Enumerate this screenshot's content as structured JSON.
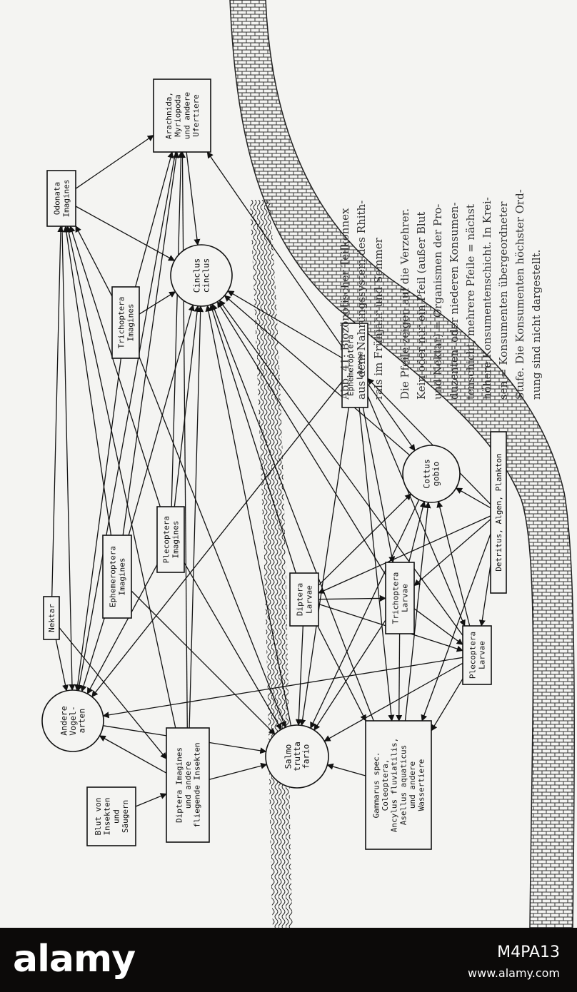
{
  "caption": {
    "lines": [
      "Abb. 41: Biozönotischer Teilkonnex",
      "aus dem Nahrungssystem des Rhith-",
      "rals im Frühjahr und Sommer",
      "Die Pfeile zeigen auf die Verzehrer.",
      "Kein oder nur ein Pfeil (außer Blut",
      "und Nektar) = Organismen der Pro-",
      "duzenten- oder niederen Konsumen-",
      "tenschicht, mehrere Pfeile = nächst",
      "höhere Konsumentenschicht. In Krei-",
      "sen = Konsumenten übergeordneter",
      "Stufe. Die Konsumenten höchster Ord-",
      "nung sind nicht dargestellt."
    ]
  },
  "nodes": {
    "odonata_imagines": {
      "shape": "box",
      "lines": [
        "Odonata",
        "Imagines"
      ]
    },
    "arachnida": {
      "shape": "box",
      "lines": [
        "Arachnida,",
        "Myriopoda",
        "und andere",
        "Ufertiere"
      ]
    },
    "trichoptera_imagines": {
      "shape": "box",
      "lines": [
        "Trichoptera",
        "Imagines"
      ]
    },
    "cinclus": {
      "shape": "circle",
      "lines": [
        "Cinclus",
        "cinclus"
      ]
    },
    "ephemeroptera_larvae": {
      "shape": "box",
      "lines": [
        "Ephemeroptera",
        "Larvae"
      ]
    },
    "plecoptera_imagines": {
      "shape": "box",
      "lines": [
        "Plecoptera",
        "Imagines"
      ]
    },
    "cottus": {
      "shape": "circle",
      "lines": [
        "Cottus",
        "gobio"
      ]
    },
    "detritus": {
      "shape": "box",
      "lines": [
        "Detritus, Algen, Plankton"
      ]
    },
    "ephemeroptera_imagines": {
      "shape": "box",
      "lines": [
        "Ephemeroptera",
        "Imagines"
      ]
    },
    "nektar": {
      "shape": "box",
      "lines": [
        "Nektar"
      ]
    },
    "diptera_larvae": {
      "shape": "box",
      "lines": [
        "Diptera",
        "Larvae"
      ]
    },
    "trichoptera_larvae": {
      "shape": "box",
      "lines": [
        "Trichoptera",
        "Larvae"
      ]
    },
    "plecoptera_larvae": {
      "shape": "box",
      "lines": [
        "Plecoptera",
        "Larvae"
      ]
    },
    "andere_vogelarten": {
      "shape": "circle",
      "lines": [
        "Andere",
        "Vogel-",
        "arten"
      ]
    },
    "diptera_imagines": {
      "shape": "box",
      "lines": [
        "Diptera Imagines",
        "und andere",
        "fliegende Insekten"
      ]
    },
    "salmo": {
      "shape": "circle",
      "lines": [
        "Salmo",
        "trutta",
        "fario"
      ]
    },
    "gammarus": {
      "shape": "box",
      "lines": [
        "Gammarus spec.",
        "Coleoptera,",
        "Ancylus fluviatilis,",
        "Asellus aquaticus",
        "und andere",
        "Wassertiere"
      ]
    },
    "blut": {
      "shape": "box",
      "lines": [
        "Blut von",
        "Insekten",
        "und",
        "Säugern"
      ]
    }
  },
  "edges": [
    [
      "nektar",
      "andere_vogelarten"
    ],
    [
      "nektar",
      "diptera_imagines"
    ],
    [
      "nektar",
      "odonata_imagines"
    ],
    [
      "blut",
      "diptera_imagines"
    ],
    [
      "diptera_imagines",
      "andere_vogelarten"
    ],
    [
      "diptera_imagines",
      "salmo"
    ],
    [
      "diptera_imagines",
      "odonata_imagines"
    ],
    [
      "diptera_imagines",
      "arachnida"
    ],
    [
      "diptera_imagines",
      "cinclus"
    ],
    [
      "ephemeroptera_imagines",
      "andere_vogelarten"
    ],
    [
      "ephemeroptera_imagines",
      "odonata_imagines"
    ],
    [
      "ephemeroptera_imagines",
      "arachnida"
    ],
    [
      "ephemeroptera_imagines",
      "cinclus"
    ],
    [
      "ephemeroptera_imagines",
      "salmo"
    ],
    [
      "plecoptera_imagines",
      "andere_vogelarten"
    ],
    [
      "plecoptera_imagines",
      "odonata_imagines"
    ],
    [
      "plecoptera_imagines",
      "arachnida"
    ],
    [
      "plecoptera_imagines",
      "cinclus"
    ],
    [
      "plecoptera_imagines",
      "salmo"
    ],
    [
      "trichoptera_imagines",
      "andere_vogelarten"
    ],
    [
      "trichoptera_imagines",
      "odonata_imagines"
    ],
    [
      "trichoptera_imagines",
      "arachnida"
    ],
    [
      "trichoptera_imagines",
      "cinclus"
    ],
    [
      "trichoptera_imagines",
      "salmo"
    ],
    [
      "odonata_imagines",
      "andere_vogelarten"
    ],
    [
      "odonata_imagines",
      "arachnida"
    ],
    [
      "odonata_imagines",
      "cinclus"
    ],
    [
      "arachnida",
      "cinclus"
    ],
    [
      "arachnida",
      "andere_vogelarten"
    ],
    [
      "ephemeroptera_larvae",
      "cinclus"
    ],
    [
      "ephemeroptera_larvae",
      "salmo"
    ],
    [
      "ephemeroptera_larvae",
      "cottus"
    ],
    [
      "ephemeroptera_larvae",
      "gammarus"
    ],
    [
      "ephemeroptera_larvae",
      "plecoptera_larvae"
    ],
    [
      "ephemeroptera_larvae",
      "trichoptera_larvae"
    ],
    [
      "ephemeroptera_larvae",
      "arachnida"
    ],
    [
      "ephemeroptera_larvae",
      "andere_vogelarten"
    ],
    [
      "detritus",
      "ephemeroptera_larvae"
    ],
    [
      "detritus",
      "diptera_larvae"
    ],
    [
      "detritus",
      "trichoptera_larvae"
    ],
    [
      "detritus",
      "plecoptera_larvae"
    ],
    [
      "detritus",
      "gammarus"
    ],
    [
      "detritus",
      "cottus"
    ],
    [
      "diptera_larvae",
      "salmo"
    ],
    [
      "diptera_larvae",
      "cinclus"
    ],
    [
      "diptera_larvae",
      "cottus"
    ],
    [
      "diptera_larvae",
      "trichoptera_larvae"
    ],
    [
      "diptera_larvae",
      "plecoptera_larvae"
    ],
    [
      "diptera_larvae",
      "gammarus"
    ],
    [
      "trichoptera_larvae",
      "salmo"
    ],
    [
      "trichoptera_larvae",
      "cinclus"
    ],
    [
      "trichoptera_larvae",
      "cottus"
    ],
    [
      "trichoptera_larvae",
      "plecoptera_larvae"
    ],
    [
      "trichoptera_larvae",
      "gammarus"
    ],
    [
      "plecoptera_larvae",
      "salmo"
    ],
    [
      "plecoptera_larvae",
      "cinclus"
    ],
    [
      "plecoptera_larvae",
      "cottus"
    ],
    [
      "plecoptera_larvae",
      "gammarus"
    ],
    [
      "plecoptera_larvae",
      "andere_vogelarten"
    ],
    [
      "gammarus",
      "salmo"
    ],
    [
      "gammarus",
      "cinclus"
    ],
    [
      "gammarus",
      "cottus"
    ],
    [
      "cottus",
      "salmo"
    ],
    [
      "cottus",
      "cinclus"
    ],
    [
      "salmo",
      "cinclus"
    ],
    [
      "andere_vogelarten",
      "salmo"
    ]
  ],
  "footer": {
    "logo": "alamy",
    "image_id": "M4PA13",
    "url": "www.alamy.com"
  }
}
